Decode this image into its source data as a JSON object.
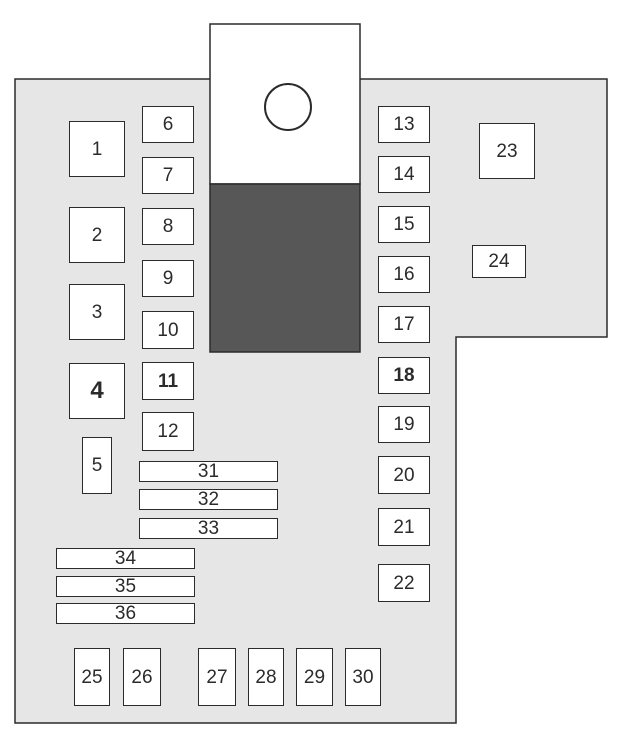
{
  "diagram": {
    "colors": {
      "panel_fill": "#e6e6e6",
      "outline": "#2b2b2b",
      "relay_block": "#575757",
      "relay_top": "#ffffff",
      "fuse_fill": "#ffffff"
    },
    "relay_block": {
      "connector_icon": "circle-icon"
    },
    "fuses": [
      {
        "id": "f1",
        "label": "1"
      },
      {
        "id": "f2",
        "label": "2"
      },
      {
        "id": "f3",
        "label": "3"
      },
      {
        "id": "f4",
        "label": "4",
        "bold": true
      },
      {
        "id": "f5",
        "label": "5"
      },
      {
        "id": "f6",
        "label": "6"
      },
      {
        "id": "f7",
        "label": "7"
      },
      {
        "id": "f8",
        "label": "8"
      },
      {
        "id": "f9",
        "label": "9"
      },
      {
        "id": "f10",
        "label": "10"
      },
      {
        "id": "f11",
        "label": "11",
        "bold": true
      },
      {
        "id": "f12",
        "label": "12"
      },
      {
        "id": "f13",
        "label": "13"
      },
      {
        "id": "f14",
        "label": "14"
      },
      {
        "id": "f15",
        "label": "15"
      },
      {
        "id": "f16",
        "label": "16"
      },
      {
        "id": "f17",
        "label": "17"
      },
      {
        "id": "f18",
        "label": "18",
        "bold": true
      },
      {
        "id": "f19",
        "label": "19"
      },
      {
        "id": "f20",
        "label": "20"
      },
      {
        "id": "f21",
        "label": "21"
      },
      {
        "id": "f22",
        "label": "22"
      },
      {
        "id": "f23",
        "label": "23"
      },
      {
        "id": "f24",
        "label": "24"
      },
      {
        "id": "f25",
        "label": "25"
      },
      {
        "id": "f26",
        "label": "26"
      },
      {
        "id": "f27",
        "label": "27"
      },
      {
        "id": "f28",
        "label": "28"
      },
      {
        "id": "f29",
        "label": "29"
      },
      {
        "id": "f30",
        "label": "30"
      },
      {
        "id": "f31",
        "label": "31"
      },
      {
        "id": "f32",
        "label": "32"
      },
      {
        "id": "f33",
        "label": "33"
      },
      {
        "id": "f34",
        "label": "34"
      },
      {
        "id": "f35",
        "label": "35"
      },
      {
        "id": "f36",
        "label": "36"
      }
    ]
  }
}
